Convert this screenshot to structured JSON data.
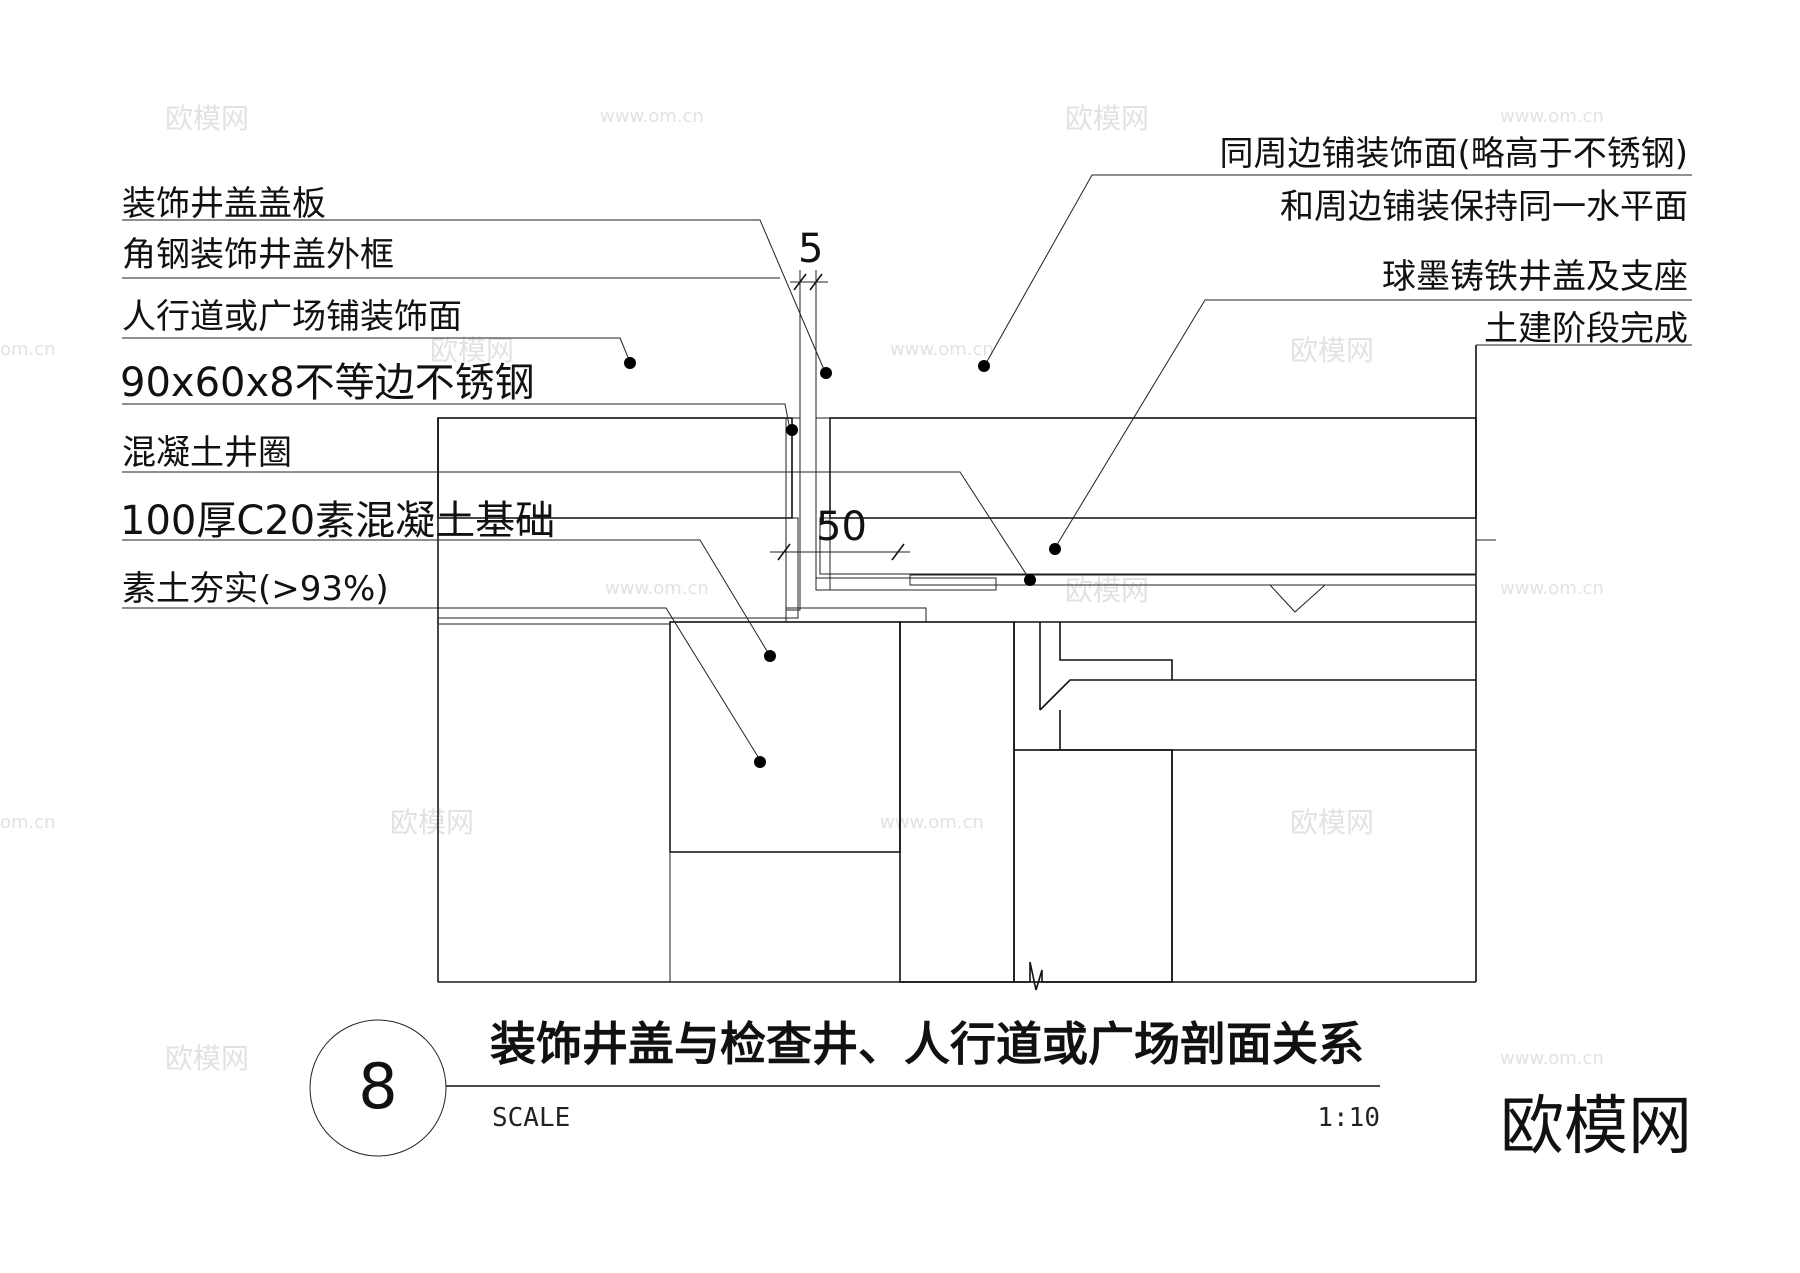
{
  "labels_left": [
    "装饰井盖盖板",
    "角钢装饰井盖外框",
    "人行道或广场铺装饰面",
    "90x60x8不等边不锈钢",
    "混凝土井圈",
    "100厚C20素混凝土基础",
    "素土夯实(>93%)"
  ],
  "labels_right": [
    "同周边铺装饰面(略高于不锈钢)",
    "和周边铺装保持同一水平面",
    "球墨铸铁井盖及支座",
    "土建阶段完成"
  ],
  "dimensions": {
    "gap": "5",
    "offset": "50"
  },
  "callout_number": "8",
  "title": "装饰井盖与检查井、人行道或广场剖面关系",
  "scale_label": "SCALE",
  "scale_value": "1:10",
  "logo_text": "欧模网",
  "watermark_texts": [
    "欧模网",
    "www.om.cn",
    "om.cn"
  ],
  "colors": {
    "ink": "#111111",
    "watermark": "#e2e2e2",
    "background": "#ffffff"
  }
}
